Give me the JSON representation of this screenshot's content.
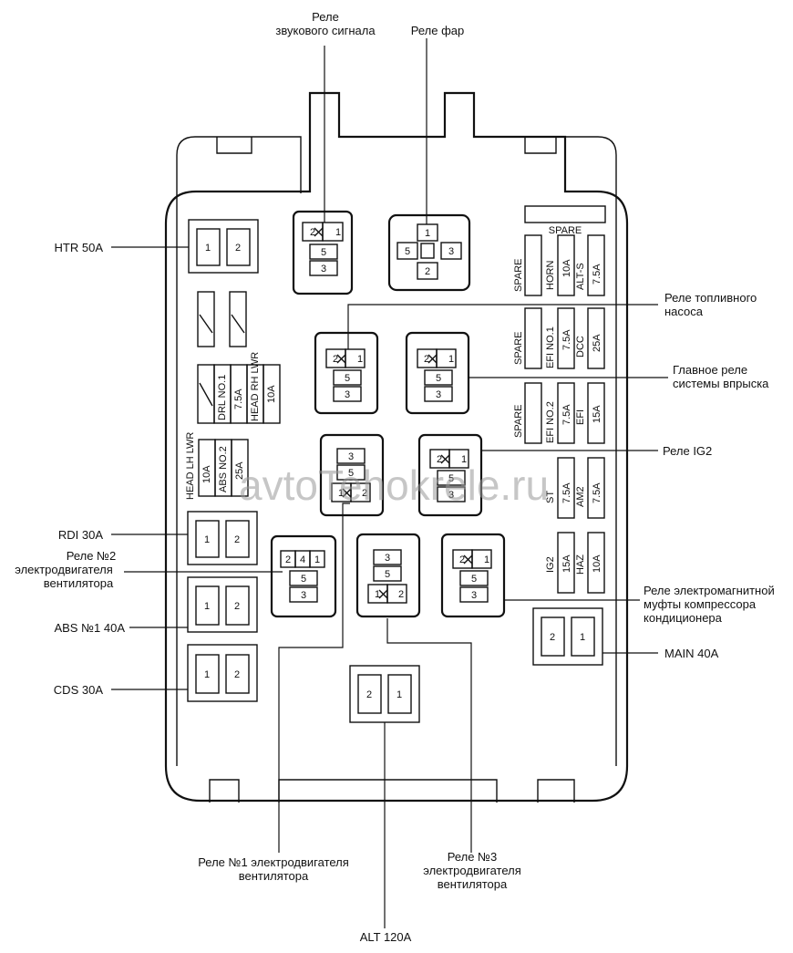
{
  "labels": {
    "horn_relay": [
      "Реле",
      "звукового сигнала"
    ],
    "headlight_relay": "Реле фар",
    "fuel_pump_relay": [
      "Реле топливного",
      "насоса"
    ],
    "efi_main_relay": [
      "Главное реле",
      "системы впрыска"
    ],
    "ig2_relay": "Реле IG2",
    "ac_clutch_relay": [
      "Реле электромагнитной",
      "муфты компрессора",
      "кондиционера"
    ],
    "main_fuse": "MAIN 40A",
    "fan2_relay": [
      "Реле №2",
      "электродвигателя",
      "вентилятора"
    ],
    "fan1_relay": [
      "Реле №1 электродвигателя",
      "вентилятора"
    ],
    "fan3_relay": [
      "Реле №3",
      "электродвигателя",
      "вентилятора"
    ],
    "alt_fuse": "ALT 120A",
    "htr_fuse": "HTR 50A",
    "rdi_fuse": "RDI 30A",
    "abs1_fuse": "ABS №1 40A",
    "cds_fuse": "CDS 30A"
  },
  "fuses": {
    "spare_top": "SPARE",
    "spare_1": "SPARE",
    "horn": "HORN",
    "horn_amp": "10A",
    "alt_s": "ALT-S",
    "alt_s_amp": "7.5A",
    "spare_2": "SPARE",
    "efi_no1": "EFI NO.1",
    "efi_no1_amp": "7.5A",
    "dcc": "DCC",
    "dcc_amp": "25A",
    "spare_3": "SPARE",
    "efi_no2": "EFI NO.2",
    "efi_no2_amp": "7.5A",
    "efi": "EFI",
    "efi_amp": "15A",
    "st": "ST",
    "st_amp": "7.5A",
    "am2": "AM2",
    "am2_amp": "7.5A",
    "ig2": "IG2",
    "ig2_amp": "15A",
    "haz": "HAZ",
    "haz_amp": "10A",
    "drl_no1": "DRL NO.1",
    "drl_amp": "7.5A",
    "head_rh_lwr": "HEAD RH LWR",
    "head_rh_amp": "10A",
    "head_lh_lwr": "HEAD LH LWR",
    "head_lh_amp": "10A",
    "abs_no2": "ABS NO.2",
    "abs_no2_amp": "25A"
  },
  "terminals": {
    "one": "1",
    "two": "2",
    "three": "3",
    "four": "4",
    "five": "5"
  },
  "watermark": "avtoTehokrele.ru"
}
